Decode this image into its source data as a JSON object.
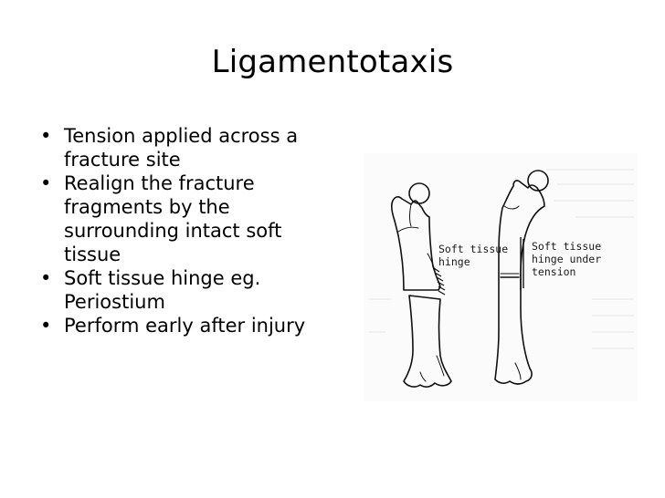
{
  "slide": {
    "title": "Ligamentotaxis",
    "bullets": [
      "Tension applied across a fracture site",
      "Realign the fracture fragments by the surrounding intact soft tissue",
      "Soft tissue hinge eg. Periostium",
      "Perform early after injury"
    ]
  },
  "figure": {
    "left_label": [
      "Soft tissue",
      "hinge"
    ],
    "right_label": [
      "Soft tissue",
      "hinge under",
      "tension"
    ]
  }
}
